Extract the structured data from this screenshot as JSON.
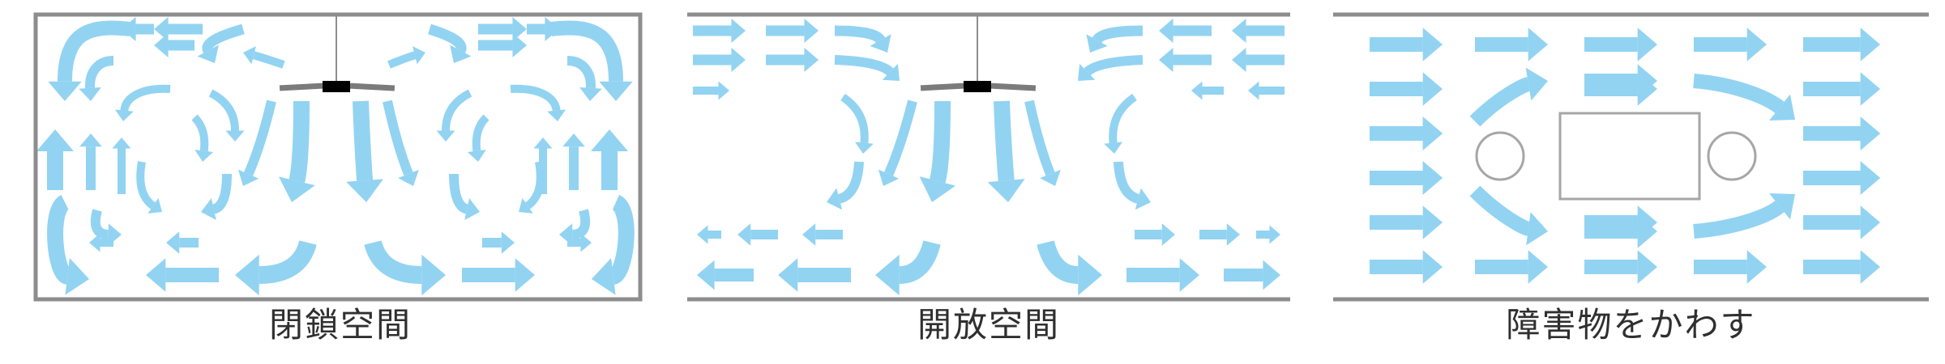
{
  "panels": [
    {
      "caption": "閉鎖空間"
    },
    {
      "caption": "開放空間"
    },
    {
      "caption": "障害物をかわす"
    }
  ],
  "colors": {
    "flow": "#92d3f2",
    "wall": "#8d8d8d",
    "fan_body": "#000000",
    "fan_blade": "#7b7b7b",
    "obstacle_stroke": "#a6a6a6",
    "caption_text": "#2f2f2f"
  }
}
